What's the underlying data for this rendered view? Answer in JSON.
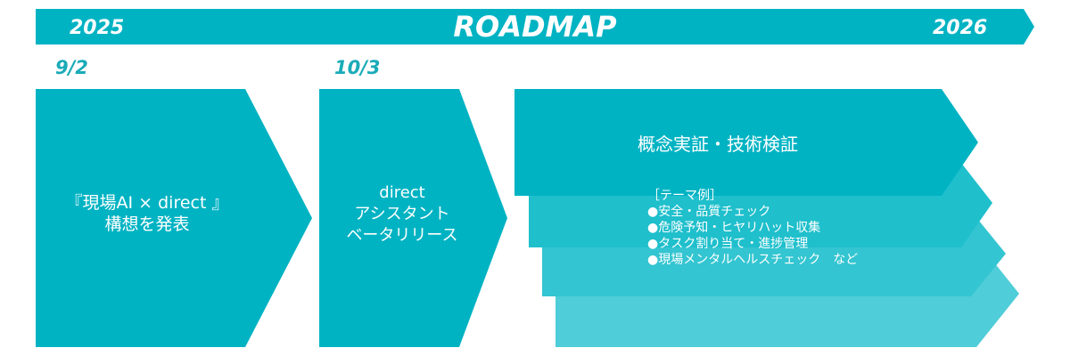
{
  "banner": {
    "title": "ROADMAP",
    "start_year": "2025",
    "end_year": "2026"
  },
  "milestones": [
    {
      "date": "9/2",
      "lines": [
        "『現場AI × direct 』",
        "構想を発表"
      ]
    },
    {
      "date": "10/3",
      "lines": [
        "direct",
        "アシスタント",
        "ベータリリース"
      ]
    }
  ],
  "poc": {
    "title": "概念実証・技術検証",
    "themes": [
      "［テーマ例］",
      "●安全・品質チェック",
      "●危険予知・ヒヤリハット収集",
      "●タスク割り当て・進捗管理",
      "●現場メンタルヘルスチェック　など"
    ]
  },
  "colors": {
    "primary": "#00b3c3",
    "layer_1": "#1fbfcc",
    "layer_2": "#33c5d1",
    "layer_3": "#4fcdd8",
    "date_text": "#1aabb8"
  }
}
